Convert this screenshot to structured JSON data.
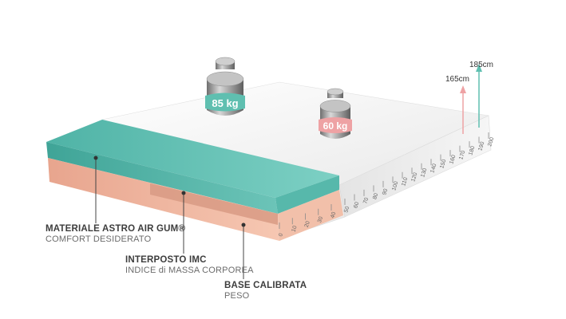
{
  "weights": [
    {
      "label": "85 kg",
      "color": "#5fbfb0"
    },
    {
      "label": "60 kg",
      "color": "#eea2a4"
    }
  ],
  "heights": {
    "tall": "185cm",
    "short": "165cm"
  },
  "layers": [
    {
      "title": "MATERIALE ASTRO AIR GUM®",
      "subtitle": "COMFORT DESIDERATO"
    },
    {
      "title": "INTERPOSTO IMC",
      "subtitle": "INDICE di MASSA CORPOREA"
    },
    {
      "title": "BASE CALIBRATA",
      "subtitle": "PESO"
    }
  ],
  "ruler_front": [
    "0",
    "10",
    "20",
    "30",
    "40"
  ],
  "ruler_side": [
    "50",
    "60",
    "70",
    "80",
    "90",
    "100",
    "110",
    "120",
    "130",
    "140",
    "150",
    "160",
    "170",
    "180",
    "190",
    "200"
  ],
  "colors": {
    "teal": "#5fbfb0",
    "pink": "#eea2a4",
    "base": "#f0b8a0",
    "cover": "#f3f3f3"
  }
}
